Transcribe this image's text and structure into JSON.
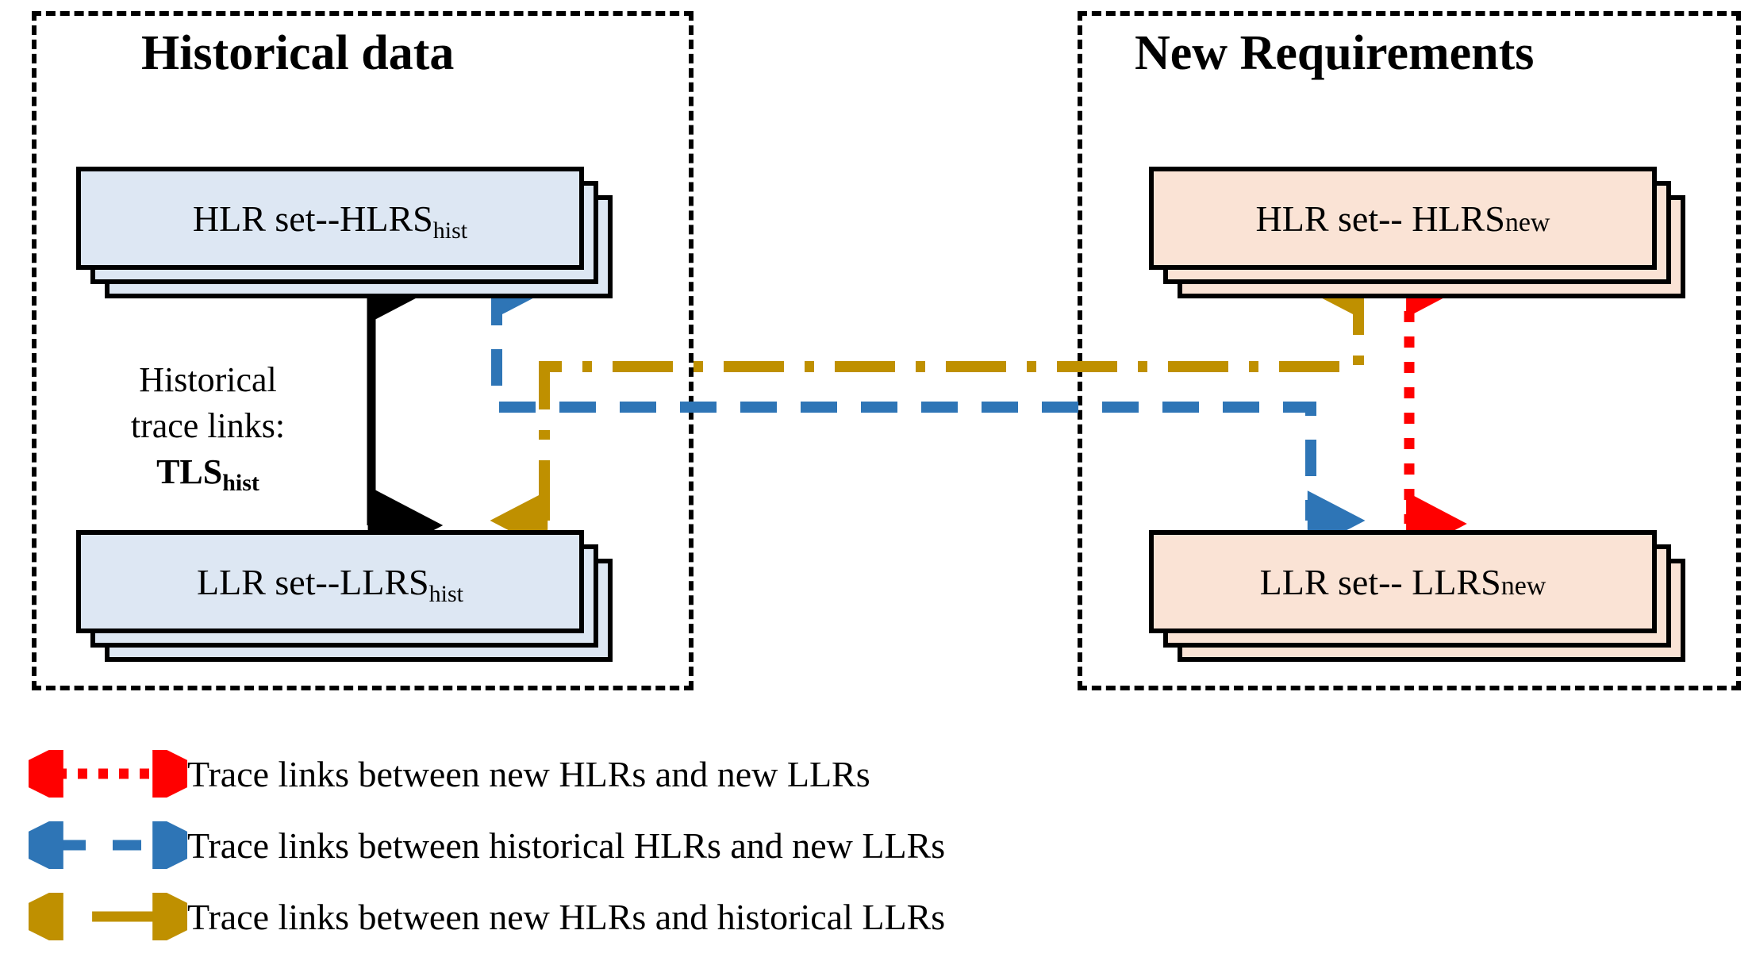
{
  "panels": [
    {
      "id": "historical",
      "title": "Historical data"
    },
    {
      "id": "new",
      "title": "New Requirements"
    }
  ],
  "boxes": [
    {
      "id": "hlr-hist",
      "prefix": "HLR set--HLRS",
      "suffix": "hist",
      "suffix_style": "subscript",
      "fill": "#dde7f3",
      "panel": "historical"
    },
    {
      "id": "llr-hist",
      "prefix": "LLR set--LLRS",
      "suffix": "hist",
      "suffix_style": "subscript",
      "fill": "#dde7f3",
      "panel": "historical"
    },
    {
      "id": "hlr-new",
      "prefix": "HLR set-- HLRS",
      "suffix": "new",
      "suffix_style": "inline-small",
      "fill": "#fae3d5",
      "panel": "new"
    },
    {
      "id": "llr-new",
      "prefix": "LLR set-- LLRS",
      "suffix": "new",
      "suffix_style": "inline-small",
      "fill": "#fae3d5",
      "panel": "new"
    }
  ],
  "annotation": {
    "line1": "Historical",
    "line2": "trace links:",
    "symbol": "TLS",
    "symbol_subscript": "hist"
  },
  "legend": {
    "items": [
      {
        "id": "new-hlr-new-llr",
        "color": "#ff0000",
        "style": "dotted",
        "label": "Trace links between new HLRs and new LLRs"
      },
      {
        "id": "hist-hlr-new-llr",
        "color": "#2e75b6",
        "style": "dashed",
        "label": "Trace links between historical HLRs and new LLRs"
      },
      {
        "id": "new-hlr-hist-llr",
        "color": "#bf9000",
        "style": "dashdot",
        "label": "Trace links between new HLRs and historical LLRs"
      }
    ]
  },
  "colors": {
    "red": "#ff0000",
    "blue": "#2e75b6",
    "gold": "#bf9000",
    "black": "#000000",
    "box_blue_fill": "#dde7f3",
    "box_peach_fill": "#fae3d5"
  },
  "connectors": [
    {
      "id": "hist-internal-trace",
      "color": "#000000",
      "style": "solid",
      "heads": "both",
      "from": "hlr-hist",
      "to": "llr-hist"
    },
    {
      "id": "new-internal-trace",
      "color": "#ff0000",
      "style": "dotted",
      "heads": "both",
      "from": "hlr-new",
      "to": "llr-new"
    },
    {
      "id": "hist-hlr-to-new-llr",
      "color": "#2e75b6",
      "style": "dashed",
      "heads": "both",
      "from": "hlr-hist",
      "to": "llr-new"
    },
    {
      "id": "new-hlr-to-hist-llr",
      "color": "#bf9000",
      "style": "dashdot",
      "heads": "both",
      "from": "hlr-new",
      "to": "llr-hist"
    }
  ]
}
